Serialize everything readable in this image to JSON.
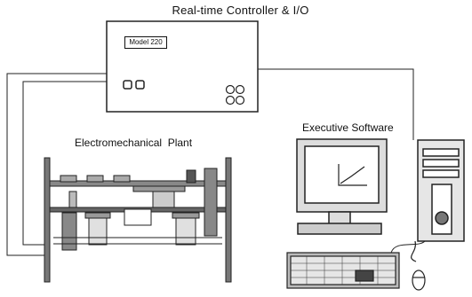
{
  "diagram": {
    "controller_title": "Real-time Controller & I/O",
    "model_label": "Model 220",
    "plant_label": "Electromechanical  Plant",
    "software_label": "Executive Software"
  },
  "colors": {
    "line": "#222222",
    "fill_dark": "#555555",
    "fill_mid": "#9a9a9a",
    "fill_light": "#d8d8d8"
  }
}
